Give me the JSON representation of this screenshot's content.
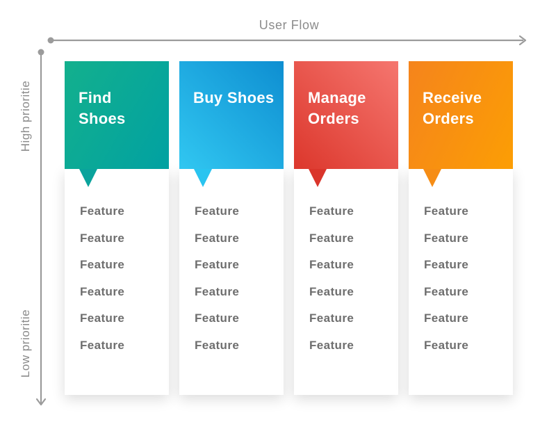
{
  "axes": {
    "horizontal": {
      "label": "User Flow"
    },
    "vertical": {
      "top_label": "High prioritie",
      "bottom_label": "Low prioritie"
    },
    "arrow_color": "#9b9b9b",
    "label_color": "#8b8b8b"
  },
  "columns": [
    {
      "title": "Find Shoes",
      "gradient_angle": "120deg",
      "gradient_start": "#13b08d",
      "gradient_end": "#01a1a2",
      "tail_color": "#0aa39c",
      "features": [
        "Feature",
        "Feature",
        "Feature",
        "Feature",
        "Feature",
        "Feature"
      ]
    },
    {
      "title": "Buy Shoes",
      "gradient_angle": "45deg",
      "gradient_start": "#31c7f1",
      "gradient_end": "#0e8ed1",
      "tail_color": "#29c4f0",
      "features": [
        "Feature",
        "Feature",
        "Feature",
        "Feature",
        "Feature",
        "Feature"
      ]
    },
    {
      "title": "Manage Orders",
      "gradient_angle": "45deg",
      "gradient_start": "#dc372c",
      "gradient_end": "#f5766f",
      "tail_color": "#da352b",
      "features": [
        "Feature",
        "Feature",
        "Feature",
        "Feature",
        "Feature",
        "Feature"
      ]
    },
    {
      "title": "Receive Orders",
      "gradient_angle": "115deg",
      "gradient_start": "#f5841c",
      "gradient_end": "#fc9e04",
      "tail_color": "#f68d15",
      "features": [
        "Feature",
        "Feature",
        "Feature",
        "Feature",
        "Feature",
        "Feature"
      ]
    }
  ]
}
